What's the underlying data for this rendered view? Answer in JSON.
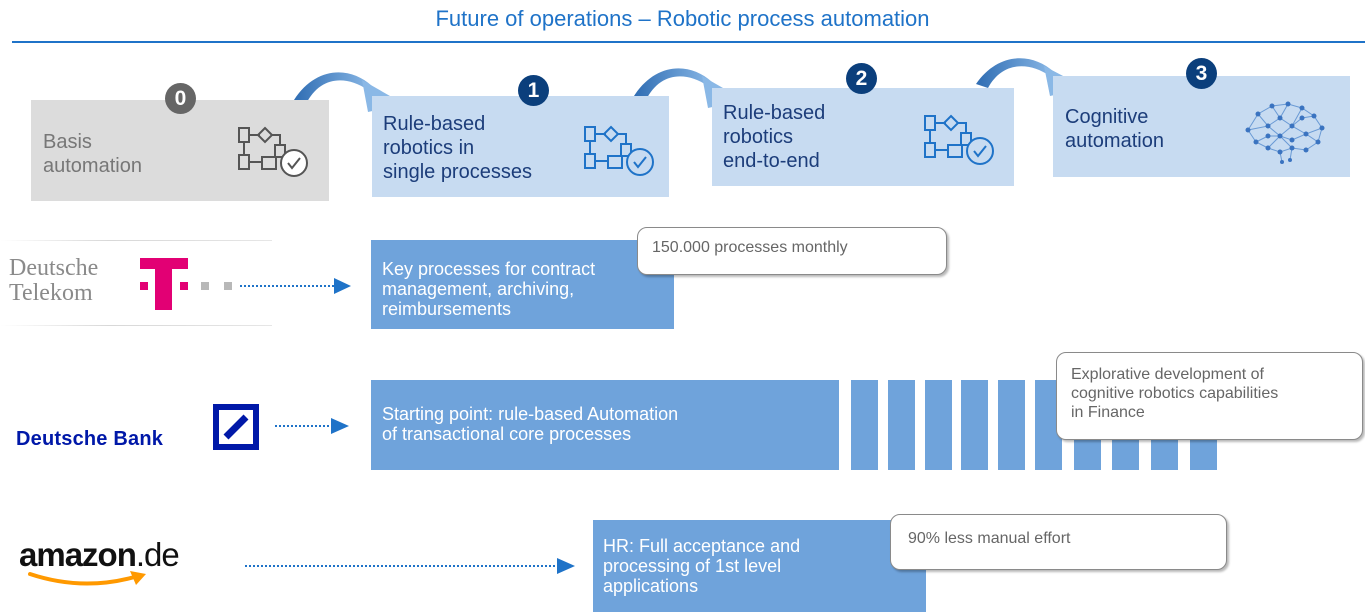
{
  "title": "Future of operations – Robotic process automation",
  "stages": [
    {
      "badge": "0",
      "label": "Basis\nautomation",
      "icon": "flowchart-icon"
    },
    {
      "badge": "1",
      "label": "Rule-based\nrobotics in\nsingle processes",
      "icon": "flowchart-icon"
    },
    {
      "badge": "2",
      "label": "Rule-based\nrobotics\nend-to-end",
      "icon": "flowchart-icon"
    },
    {
      "badge": "3",
      "label": "Cognitive\nautomation",
      "icon": "brain-network-icon"
    }
  ],
  "companies": [
    {
      "logo_line1": "Deutsche",
      "logo_line2": "Telekom",
      "bar_text": "Key processes for contract\nmanagement, archiving,\nreimbursements",
      "callout": "150.000 processes monthly"
    },
    {
      "logo": "Deutsche Bank",
      "bar_text": "Starting point: rule-based Automation\nof transactional core processes",
      "callout": "Explorative development of\ncognitive robotics capabilities\nin Finance"
    },
    {
      "logo_main": "amazon",
      "logo_suffix": ".de",
      "bar_text": "HR: Full acceptance and\nprocessing of 1st level\napplications",
      "callout": "90% less manual effort"
    }
  ],
  "colors": {
    "title_blue": "#1f73c8",
    "stage_fill": "#c7dbf1",
    "bar_fill": "#6fa3db",
    "badge_dark": "#0b3f7c",
    "badge_grey": "#666666",
    "telekom_magenta": "#e20074",
    "deutsche_bank_blue": "#0018a8",
    "amazon_orange": "#ff9900"
  }
}
